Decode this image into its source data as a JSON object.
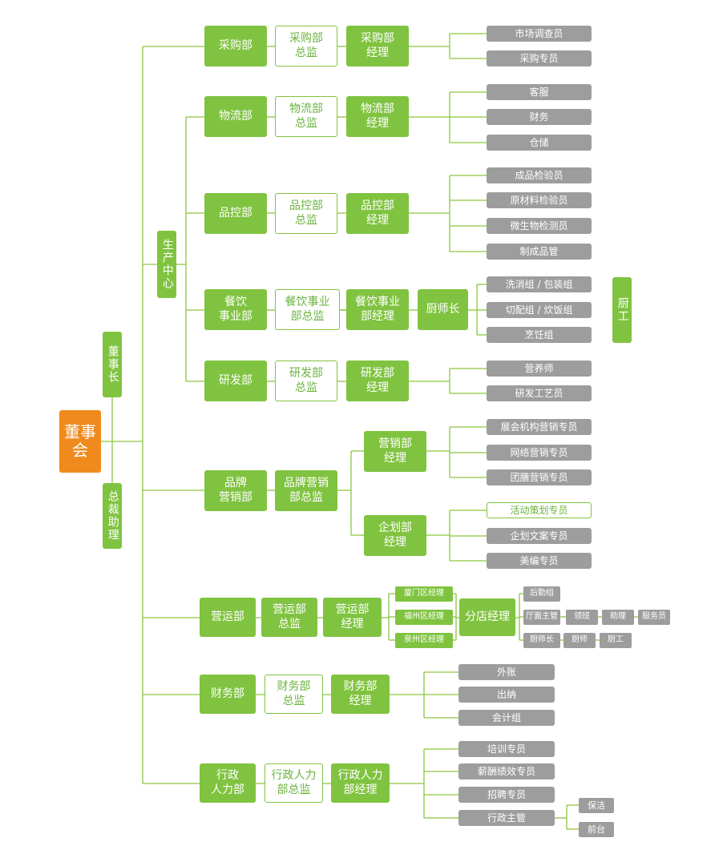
{
  "board": "董事会",
  "chairman": "董事长",
  "gm_assistant": "总裁助理",
  "production_center": "生产中心",
  "purchasing": {
    "dept": "采购部",
    "director": "采购部\n总监",
    "manager": "采购部\n经理",
    "staff": [
      "市场调查员",
      "采购专员"
    ]
  },
  "logistics": {
    "dept": "物流部",
    "director": "物流部\n总监",
    "manager": "物流部\n经理",
    "staff": [
      "客服",
      "财务",
      "仓储"
    ]
  },
  "quality": {
    "dept": "品控部",
    "director": "品控部\n总监",
    "manager": "品控部\n经理",
    "staff": [
      "成品检验员",
      "原材料检验员",
      "微生物检测员",
      "制成品管"
    ]
  },
  "catering": {
    "dept": "餐饮\n事业部",
    "director": "餐饮事业\n部总监",
    "manager": "餐饮事业\n部经理",
    "chef": "厨师长",
    "staff": [
      "洗消组 / 包装组",
      "切配组 / 炊饭组",
      "烹饪组"
    ],
    "kitchen_worker": "厨工"
  },
  "rnd": {
    "dept": "研发部",
    "director": "研发部\n总监",
    "manager": "研发部\n经理",
    "staff": [
      "营养师",
      "研发工艺员"
    ]
  },
  "brand": {
    "dept": "品牌\n营销部",
    "director": "品牌营销\n部总监",
    "marketing_manager": "营销部\n经理",
    "marketing_staff": [
      "展会机构营销专员",
      "网络营销专员",
      "团膳营销专员"
    ],
    "planning_manager": "企划部\n经理",
    "planning_staff": [
      "活动策划专员",
      "企划文案专员",
      "美编专员"
    ]
  },
  "operations": {
    "dept": "营运部",
    "director": "营运部\n总监",
    "manager": "营运部\n经理",
    "regions": [
      "厦门区经理",
      "福州区经理",
      "泉州区经理"
    ],
    "branch_manager": "分店经理",
    "logistics_team": "后勤组",
    "hall_supervisor": "厅面主管",
    "hall_staff": [
      "领班",
      "助理",
      "服务员"
    ],
    "head_chef": "厨师长",
    "kitchen_staff": [
      "厨师",
      "厨工"
    ]
  },
  "finance": {
    "dept": "财务部",
    "director": "财务部\n总监",
    "manager": "财务部\n经理",
    "staff": [
      "外账",
      "出纳",
      "会计组"
    ]
  },
  "hr": {
    "dept": "行政\n人力部",
    "director": "行政人力\n部总监",
    "manager": "行政人力\n部经理",
    "staff": [
      "培训专员",
      "薪酬绩效专员",
      "招聘专员",
      "行政主管"
    ],
    "admin_staff": [
      "保洁",
      "前台"
    ]
  },
  "colors": {
    "green": "#80c340",
    "gray": "#9d9d9d",
    "orange": "#f08a1c",
    "line": "#8cc63f"
  }
}
